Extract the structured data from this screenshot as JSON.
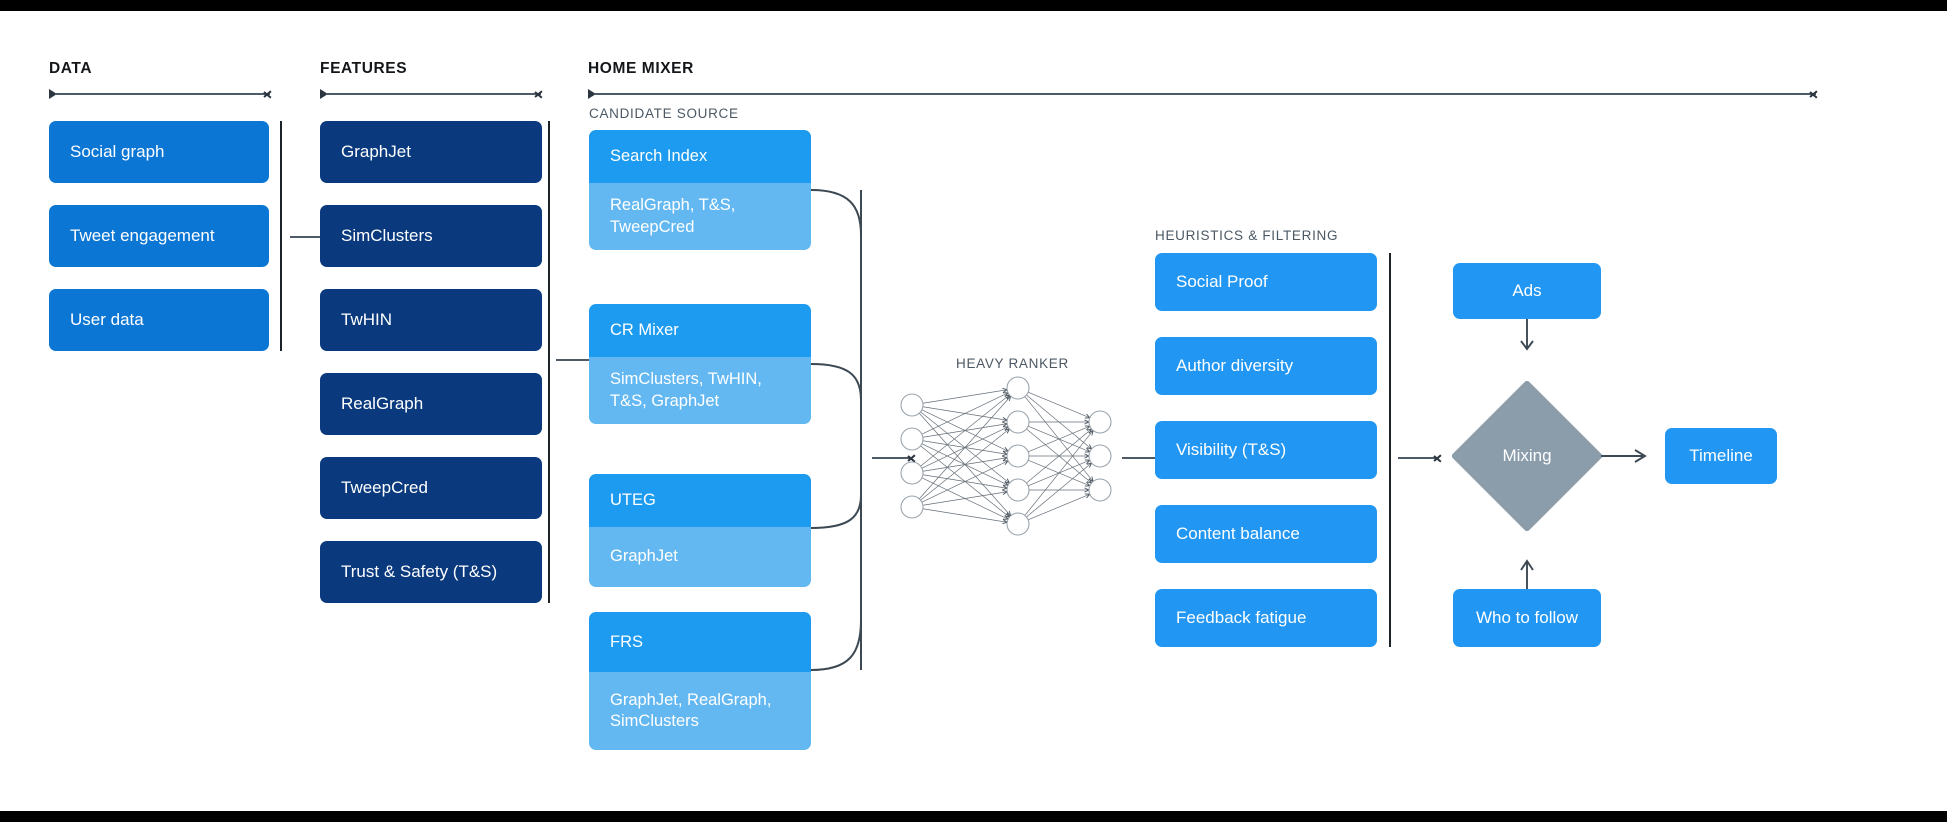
{
  "sections": [
    {
      "id": "data",
      "title": "DATA"
    },
    {
      "id": "features",
      "title": "FEATURES"
    },
    {
      "id": "home",
      "title": "HOME MIXER"
    }
  ],
  "sublabels": {
    "candidate_source": "CANDIDATE SOURCE",
    "heavy_ranker": "HEAVY RANKER",
    "heuristics": "HEURISTICS & FILTERING"
  },
  "data_column": {
    "items": [
      {
        "label": "Social graph"
      },
      {
        "label": "Tweet engagement"
      },
      {
        "label": "User data"
      }
    ]
  },
  "features_column": {
    "items": [
      {
        "label": "GraphJet"
      },
      {
        "label": "SimClusters"
      },
      {
        "label": "TwHIN"
      },
      {
        "label": "RealGraph"
      },
      {
        "label": "TweepCred"
      },
      {
        "label": "Trust & Safety (T&S)"
      }
    ]
  },
  "candidate_sources": {
    "items": [
      {
        "name": "Search Index",
        "features": "RealGraph, T&S,\nTweepCred"
      },
      {
        "name": "CR Mixer",
        "features": "SimClusters, TwHIN,\nT&S, GraphJet"
      },
      {
        "name": "UTEG",
        "features": "GraphJet"
      },
      {
        "name": "FRS",
        "features": "GraphJet, RealGraph,\nSimClusters"
      }
    ]
  },
  "heavy_ranker": {
    "label": "HEAVY RANKER",
    "layers": [
      4,
      5,
      3
    ]
  },
  "heuristics_column": {
    "items": [
      {
        "label": "Social Proof"
      },
      {
        "label": "Author diversity"
      },
      {
        "label": "Visibility (T&S)"
      },
      {
        "label": "Content balance"
      },
      {
        "label": "Feedback fatigue"
      }
    ]
  },
  "output_stage": {
    "ads": "Ads",
    "mixing": "Mixing",
    "who_to_follow": "Who to follow",
    "timeline": "Timeline"
  },
  "colors": {
    "data_box": "#0b76d4",
    "feature_box": "#0a3a7d",
    "candidate_header": "#1d9bf0",
    "candidate_body": "#64b8f2",
    "heuristic_box": "#2196f3",
    "mixing_diamond": "#8b9cab",
    "rule": "#4e5a66",
    "divider": "#1b2228",
    "bar": "#000000"
  }
}
